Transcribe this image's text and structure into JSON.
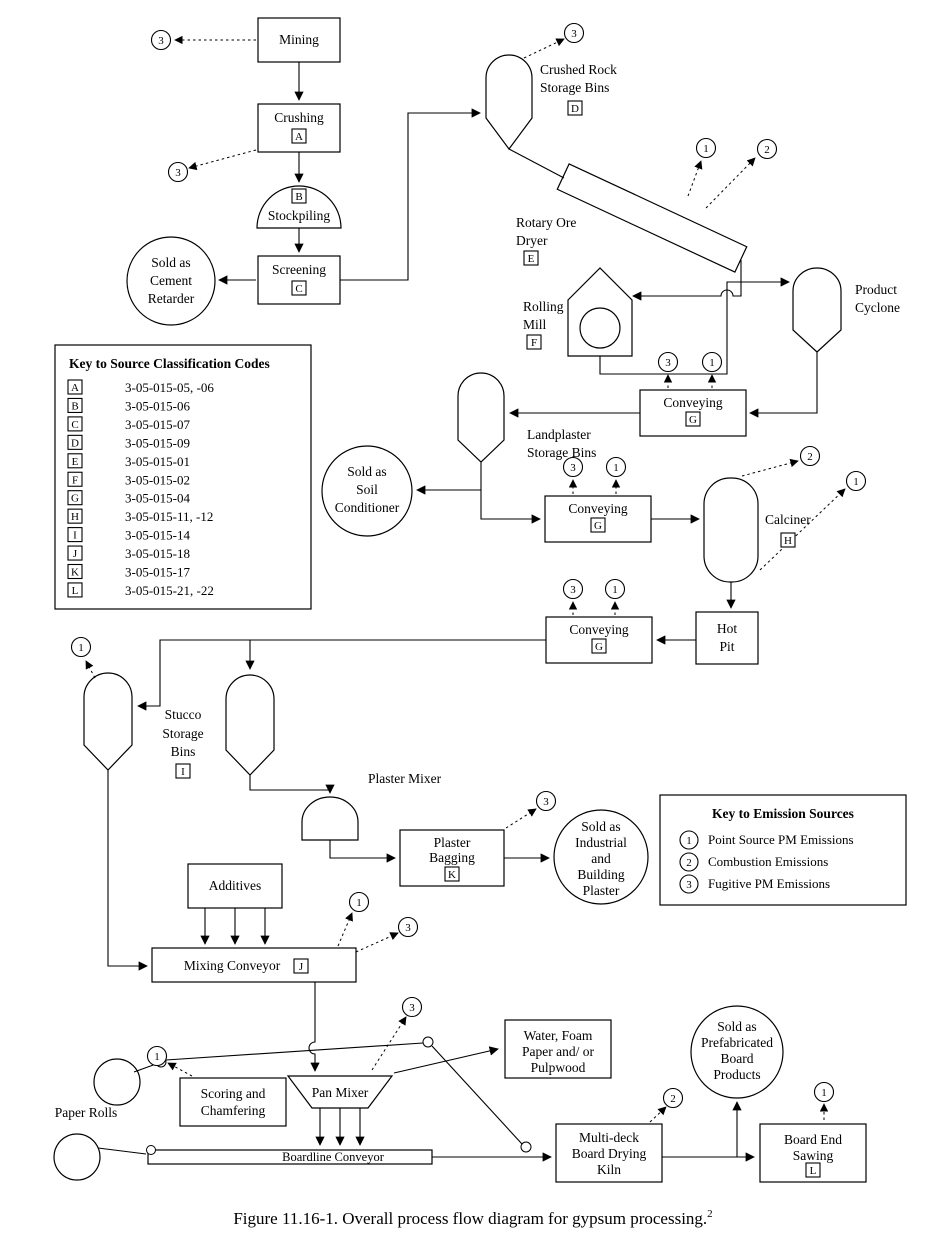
{
  "figure": {
    "caption": "Figure 11.16-1.  Overall process flow diagram for gypsum processing.",
    "caption_superscript": "2"
  },
  "emission_circles": {
    "point_source": "1",
    "combustion": "2",
    "fugitive": "3"
  },
  "scc_key": {
    "title": "Key to Source Classification Codes",
    "rows": [
      {
        "letter": "A",
        "code": "3-05-015-05, -06"
      },
      {
        "letter": "B",
        "code": "3-05-015-06"
      },
      {
        "letter": "C",
        "code": "3-05-015-07"
      },
      {
        "letter": "D",
        "code": "3-05-015-09"
      },
      {
        "letter": "E",
        "code": "3-05-015-01"
      },
      {
        "letter": "F",
        "code": "3-05-015-02"
      },
      {
        "letter": "G",
        "code": "3-05-015-04"
      },
      {
        "letter": "H",
        "code": "3-05-015-11, -12"
      },
      {
        "letter": "I",
        "code": "3-05-015-14"
      },
      {
        "letter": "J",
        "code": "3-05-015-18"
      },
      {
        "letter": "K",
        "code": "3-05-015-17"
      },
      {
        "letter": "L",
        "code": "3-05-015-21, -22"
      }
    ]
  },
  "emission_key": {
    "title": "Key to Emission Sources",
    "rows": [
      {
        "num": "1",
        "label": "Point Source PM Emissions"
      },
      {
        "num": "2",
        "label": "Combustion Emissions"
      },
      {
        "num": "3",
        "label": "Fugitive PM Emissions"
      }
    ]
  },
  "nodes": {
    "mining": {
      "label": "Mining"
    },
    "crushing": {
      "label": "Crushing",
      "scc": "A"
    },
    "stockpiling": {
      "label": "Stockpiling",
      "scc": "B"
    },
    "screening": {
      "label": "Screening",
      "scc": "C"
    },
    "crushed_rock_bins": {
      "line1": "Crushed Rock",
      "line2": "Storage Bins",
      "scc": "D"
    },
    "rotary_ore_dryer": {
      "line1": "Rotary Ore",
      "line2": "Dryer",
      "scc": "E"
    },
    "rolling_mill": {
      "line1": "Rolling",
      "line2": "Mill",
      "scc": "F"
    },
    "product_cyclone": {
      "line1": "Product",
      "line2": "Cyclone"
    },
    "conveying": {
      "label": "Conveying",
      "scc": "G"
    },
    "landplaster_bins": {
      "line1": "Landplaster",
      "line2": "Storage Bins"
    },
    "calciner": {
      "label": "Calciner",
      "scc": "H"
    },
    "hot_pit": {
      "line1": "Hot",
      "line2": "Pit"
    },
    "stucco_bins": {
      "line1": "Stucco",
      "line2": "Storage",
      "line3": "Bins",
      "scc": "I"
    },
    "plaster_mixer": {
      "label": "Plaster Mixer"
    },
    "plaster_bagging": {
      "line1": "Plaster",
      "line2": "Bagging",
      "scc": "K"
    },
    "additives": {
      "label": "Additives"
    },
    "mixing_conveyor": {
      "label": "Mixing Conveyor",
      "scc": "J"
    },
    "scoring_chamfering": {
      "line1": "Scoring and",
      "line2": "Chamfering"
    },
    "pan_mixer": {
      "label": "Pan Mixer"
    },
    "water_foam_paper": {
      "line1": "Water, Foam",
      "line2": "Paper and/ or",
      "line3": "Pulpwood"
    },
    "paper_rolls": {
      "label": "Paper Rolls"
    },
    "boardline_conveyor": {
      "label": "Boardline Conveyor"
    },
    "drying_kiln": {
      "line1": "Multi-deck",
      "line2": "Board Drying",
      "line3": "Kiln"
    },
    "board_end_sawing": {
      "line1": "Board End",
      "line2": "Sawing",
      "scc": "L"
    }
  },
  "sold_as": {
    "cement_retarder": {
      "line1": "Sold as",
      "line2": "Cement",
      "line3": "Retarder"
    },
    "soil_conditioner": {
      "line1": "Sold as",
      "line2": "Soil",
      "line3": "Conditioner"
    },
    "industrial_plaster": {
      "line1": "Sold as",
      "line2": "Industrial",
      "line3": "and",
      "line4": "Building",
      "line5": "Plaster"
    },
    "board_products": {
      "line1": "Sold as",
      "line2": "Prefabricated",
      "line3": "Board",
      "line4": "Products"
    }
  }
}
